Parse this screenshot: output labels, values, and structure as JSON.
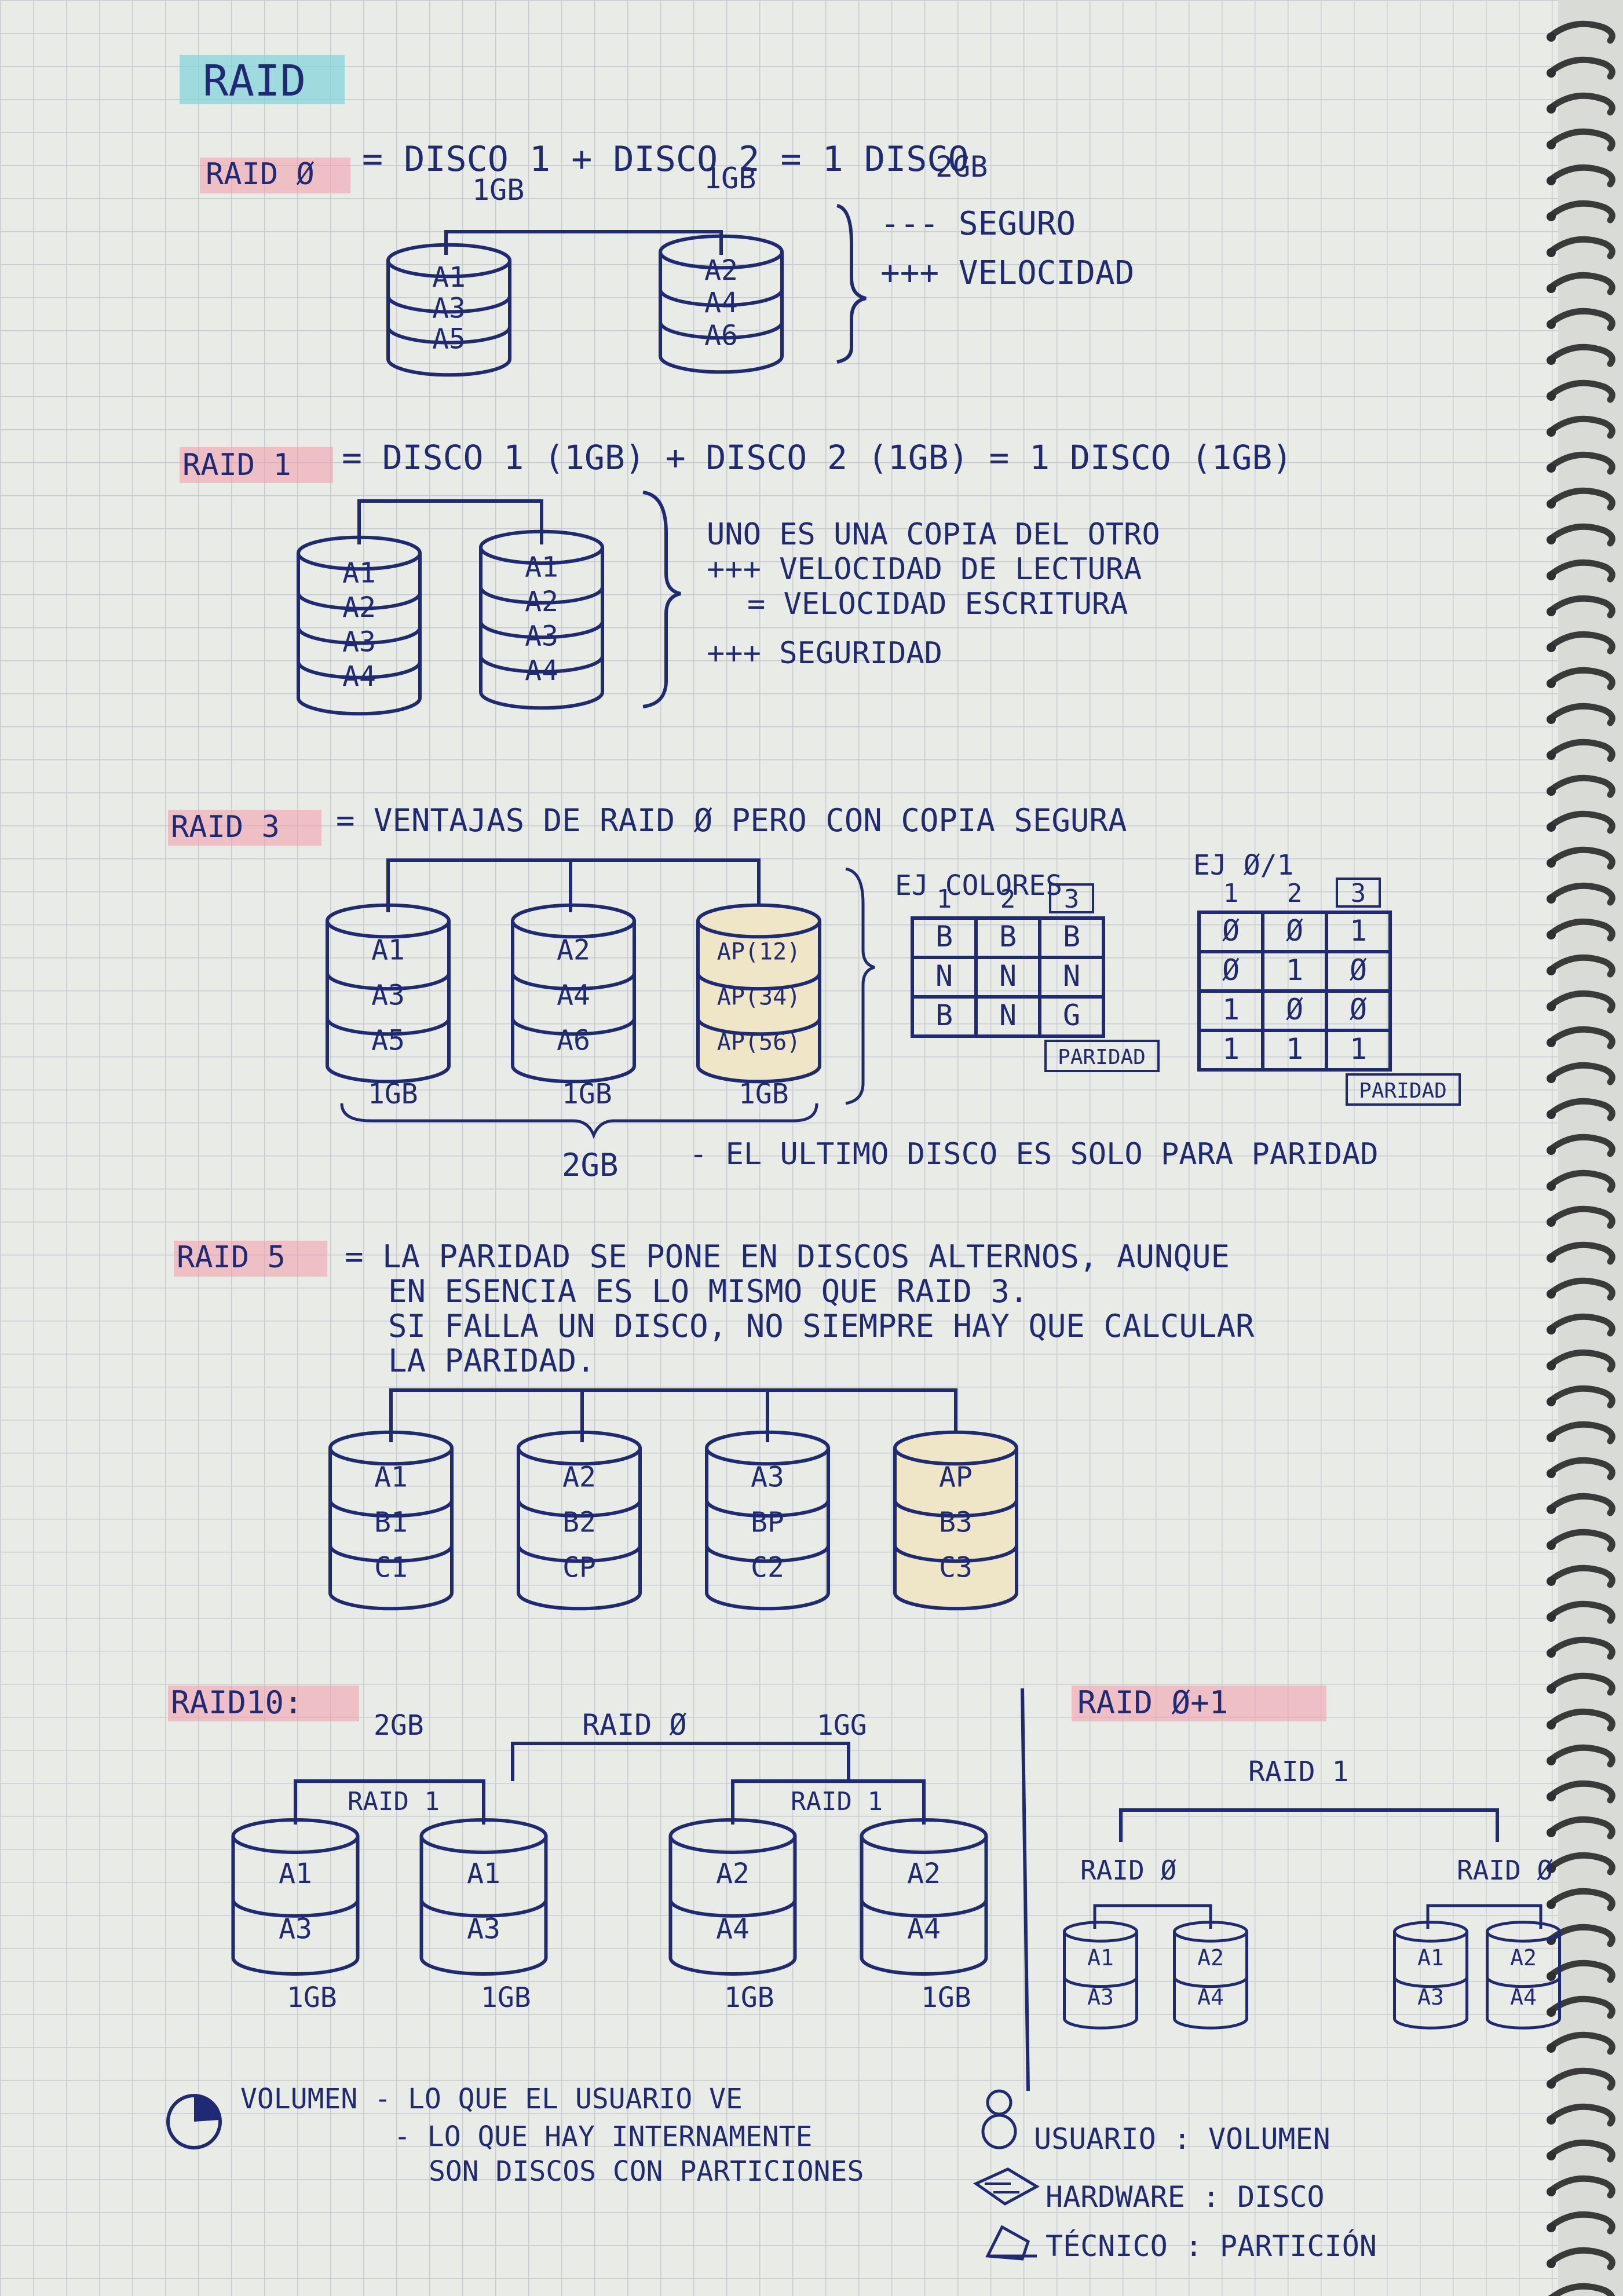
{
  "title": "RAID",
  "raid0": {
    "heading": "RAID Ø",
    "formula": "= DISCO 1 + DISCO 2 = 1 DISCO",
    "size1": "1GB",
    "size2": "1GB",
    "size_total": "2GB",
    "disk1": [
      "A1",
      "A3",
      "A5"
    ],
    "disk2": [
      "A2",
      "A4",
      "A6"
    ],
    "notes": [
      "--- SEGURO",
      "+++ VELOCIDAD"
    ]
  },
  "raid1": {
    "heading": "RAID 1",
    "formula": "= DISCO 1 (1GB) + DISCO 2 (1GB) = 1 DISCO (1GB)",
    "disk1": [
      "A1",
      "A2",
      "A3",
      "A4"
    ],
    "disk2": [
      "A1",
      "A2",
      "A3",
      "A4"
    ],
    "notes": [
      "UNO ES UNA COPIA DEL OTRO",
      "+++ VELOCIDAD DE LECTURA",
      "= VELOCIDAD ESCRITURA",
      "+++ SEGURIDAD"
    ]
  },
  "raid3": {
    "heading": "RAID 3",
    "formula": "= VENTAJAS DE RAID Ø PERO CON COPIA SEGURA",
    "disk1": [
      "A1",
      "A3",
      "A5"
    ],
    "disk2": [
      "A2",
      "A4",
      "A6"
    ],
    "disk3": [
      "AP(12)",
      "AP(34)",
      "AP(56)"
    ],
    "sizes": [
      "1GB",
      "1GB",
      "1GB"
    ],
    "total": "2GB",
    "note": "- EL ULTIMO DISCO ES SOLO PARA PARIDAD",
    "colors_title": "EJ COLORES",
    "colors_cols": [
      "1",
      "2",
      "3"
    ],
    "colors_rows": [
      [
        "B",
        "B",
        "B"
      ],
      [
        "N",
        "N",
        "N"
      ],
      [
        "B",
        "N",
        "G"
      ]
    ],
    "binary_title": "EJ Ø/1",
    "binary_cols": [
      "1",
      "2",
      "3"
    ],
    "binary_rows": [
      [
        "Ø",
        "Ø",
        "1"
      ],
      [
        "Ø",
        "1",
        "Ø"
      ],
      [
        "1",
        "Ø",
        "Ø"
      ],
      [
        "1",
        "1",
        "1"
      ]
    ],
    "parity_label": "PARIDAD"
  },
  "raid5": {
    "heading": "RAID 5",
    "text": [
      "= LA PARIDAD SE PONE EN DISCOS ALTERNOS, AUNQUE",
      "EN ESENCIA ES LO MISMO QUE RAID 3.",
      "SI FALLA UN DISCO, NO SIEMPRE HAY QUE CALCULAR",
      "LA PARIDAD."
    ],
    "disks": [
      [
        "A1",
        "B1",
        "C1"
      ],
      [
        "A2",
        "B2",
        "CP"
      ],
      [
        "A3",
        "BP",
        "C2"
      ],
      [
        "AP",
        "B3",
        "C3"
      ]
    ]
  },
  "raid10": {
    "heading": "RAID10:",
    "top_label": "RAID Ø",
    "left_size": "2GB",
    "right_size": "1GG",
    "group_label": "RAID 1",
    "disks": [
      [
        "A1",
        "A3"
      ],
      [
        "A1",
        "A3"
      ],
      [
        "A2",
        "A4"
      ],
      [
        "A2",
        "A4"
      ]
    ],
    "sizes": [
      "1GB",
      "1GB",
      "1GB",
      "1GB"
    ]
  },
  "raid01": {
    "heading": "RAID Ø+1",
    "top_label": "RAID 1",
    "group_label": "RAID Ø",
    "disks": [
      [
        "A1",
        "A3"
      ],
      [
        "A2",
        "A4"
      ],
      [
        "A1",
        "A3"
      ],
      [
        "A2",
        "A4"
      ]
    ]
  },
  "footer": {
    "volume_lines": [
      "VOLUMEN - LO QUE EL USUARIO VE",
      "- LO QUE HAY INTERNAMENTE",
      "SON DISCOS CON PARTICIONES"
    ],
    "legend": [
      "USUARIO : VOLUMEN",
      "HARDWARE : DISCO",
      "TÉCNICO : PARTICIÓN"
    ]
  },
  "colors": {
    "ink": "#1f2a72",
    "highlight_pink": "#f29aa8",
    "highlight_blue": "#7fd3dc",
    "disk_fill": "#efe6c8"
  }
}
